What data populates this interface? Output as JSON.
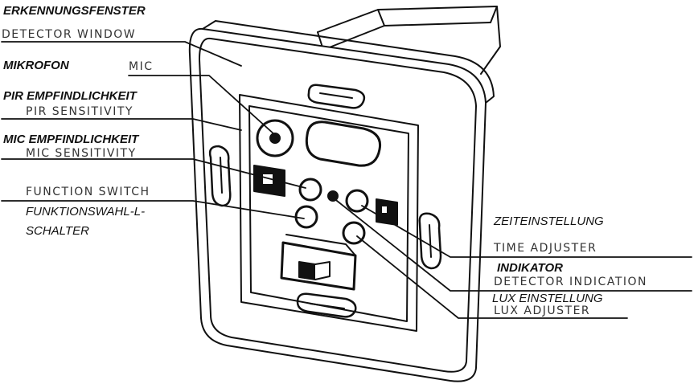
{
  "labels": {
    "detector_window_de": "ERKENNUNGSFENSTER",
    "detector_window_en": "DETECTOR WINDOW",
    "mic_de": "MIKROFON",
    "mic_en": "MIC",
    "pir_sens_de": "PIR EMPFINDLICHKEIT",
    "pir_sens_en": "PIR SENSITIVITY",
    "mic_sens_de": "MIC EMPFINDLICHKEIT",
    "mic_sens_en": "MIC SENSITIVITY",
    "function_switch_en": "FUNCTION SWITCH",
    "function_switch_de_1": "FUNKTIONSWAHL-L-",
    "function_switch_de_2": "SCHALTER",
    "time_adj_de": "ZEITEINSTELLUNG",
    "time_adj_en": "TIME ADJUSTER",
    "indicator_de": "INDIKATOR",
    "indicator_en": "DETECTOR INDICATION",
    "lux_adj_de": "LUX EINSTELLUNG",
    "lux_adj_en": "LUX ADJUSTER"
  },
  "colors": {
    "ink": "#111111",
    "paper": "#ffffff"
  }
}
